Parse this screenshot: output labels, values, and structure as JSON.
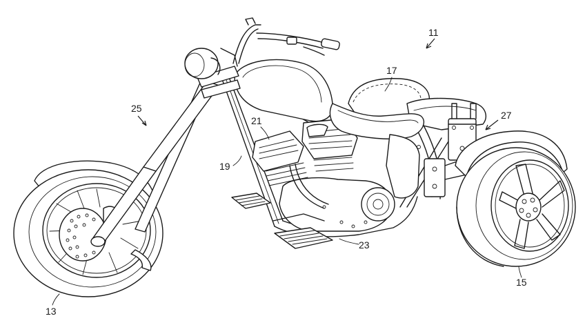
{
  "figure": {
    "kind": "patent line drawing",
    "subject": "three-wheeled motorcycle (trike), perspective view",
    "line_color": "#1a1a1a",
    "background_color": "#ffffff"
  },
  "reference_numerals": {
    "assembly": "11",
    "front_wheel": "13",
    "rear_wheel": "15",
    "rear_fender": "17",
    "frame": "19",
    "engine": "21",
    "footboard": "23",
    "front_fork": "25",
    "rear_axle_assembly": "27"
  }
}
